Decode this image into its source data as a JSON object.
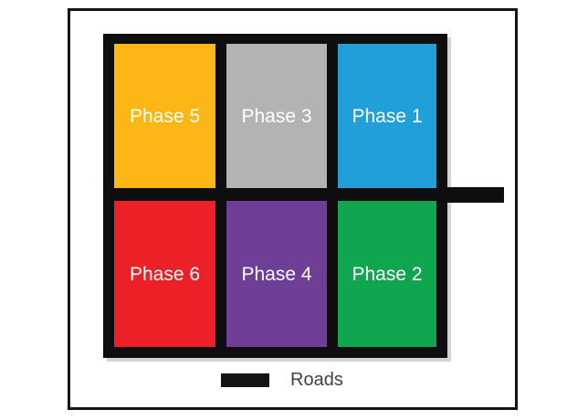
{
  "diagram": {
    "description": "Site phasing plan with roads",
    "road_color": "#0e0e10",
    "frame_border_color": "#141414",
    "phases": [
      {
        "label": "Phase 5",
        "color": "#fcb615",
        "row": 1,
        "col": 1
      },
      {
        "label": "Phase 3",
        "color": "#b3b3b3",
        "row": 1,
        "col": 2
      },
      {
        "label": "Phase 1",
        "color": "#219fd9",
        "row": 1,
        "col": 3
      },
      {
        "label": "Phase 6",
        "color": "#ec2127",
        "row": 2,
        "col": 1
      },
      {
        "label": "Phase 4",
        "color": "#6f3e97",
        "row": 2,
        "col": 2
      },
      {
        "label": "Phase 2",
        "color": "#10a650",
        "row": 2,
        "col": 3
      }
    ],
    "legend": {
      "label": "Roads",
      "swatch_color": "#141414",
      "text_color": "#414042"
    }
  }
}
